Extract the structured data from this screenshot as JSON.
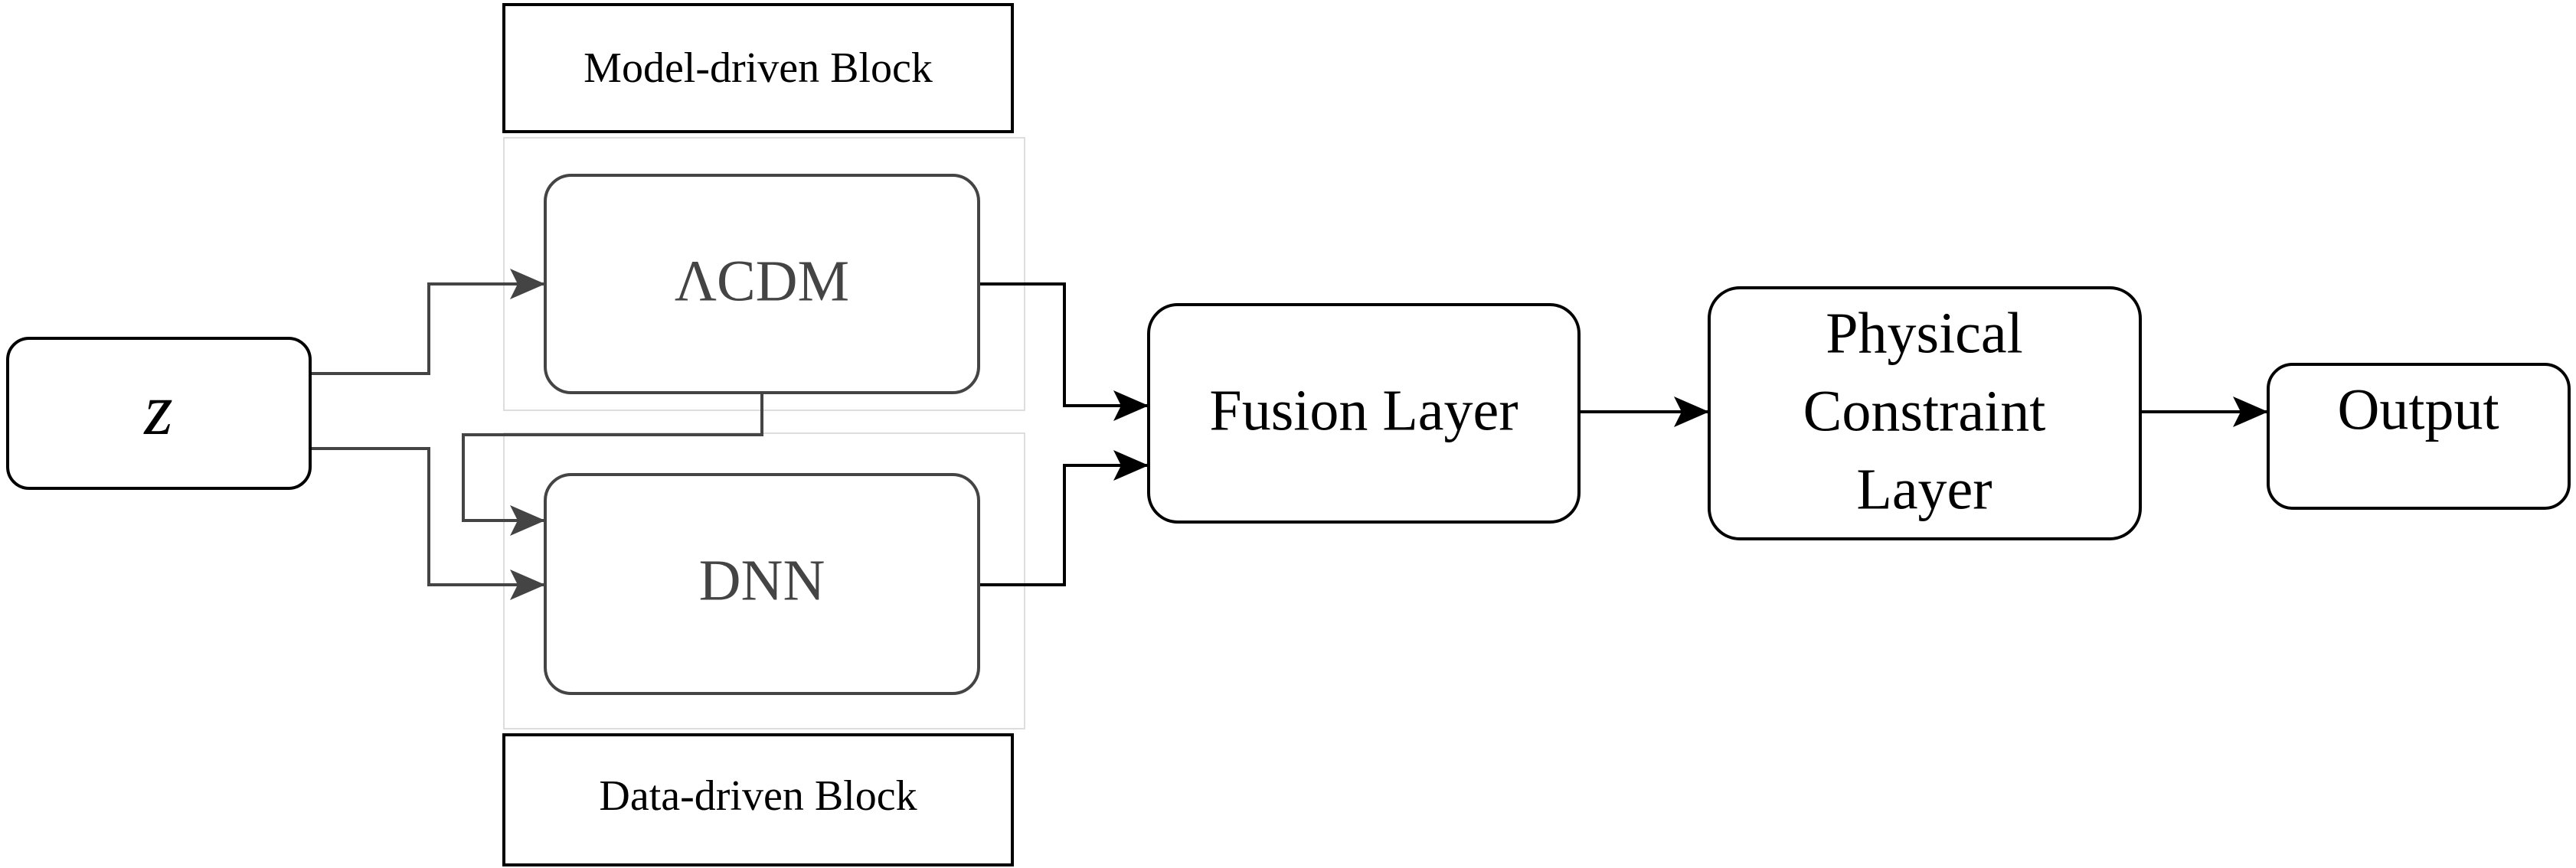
{
  "nodes": {
    "input": "z",
    "model_block_title": "Model-driven Block",
    "lcdm": "ΛCDM",
    "dnn": "DNN",
    "data_block_title": "Data-driven Block",
    "fusion": "Fusion Layer",
    "physical_lines": [
      "Physical",
      "Constraint",
      "Layer"
    ],
    "output": "Output"
  },
  "colors": {
    "stroke": "#000000",
    "inner_stroke": "#444444",
    "block_area_stroke": "#dddddd",
    "background": "#ffffff"
  }
}
